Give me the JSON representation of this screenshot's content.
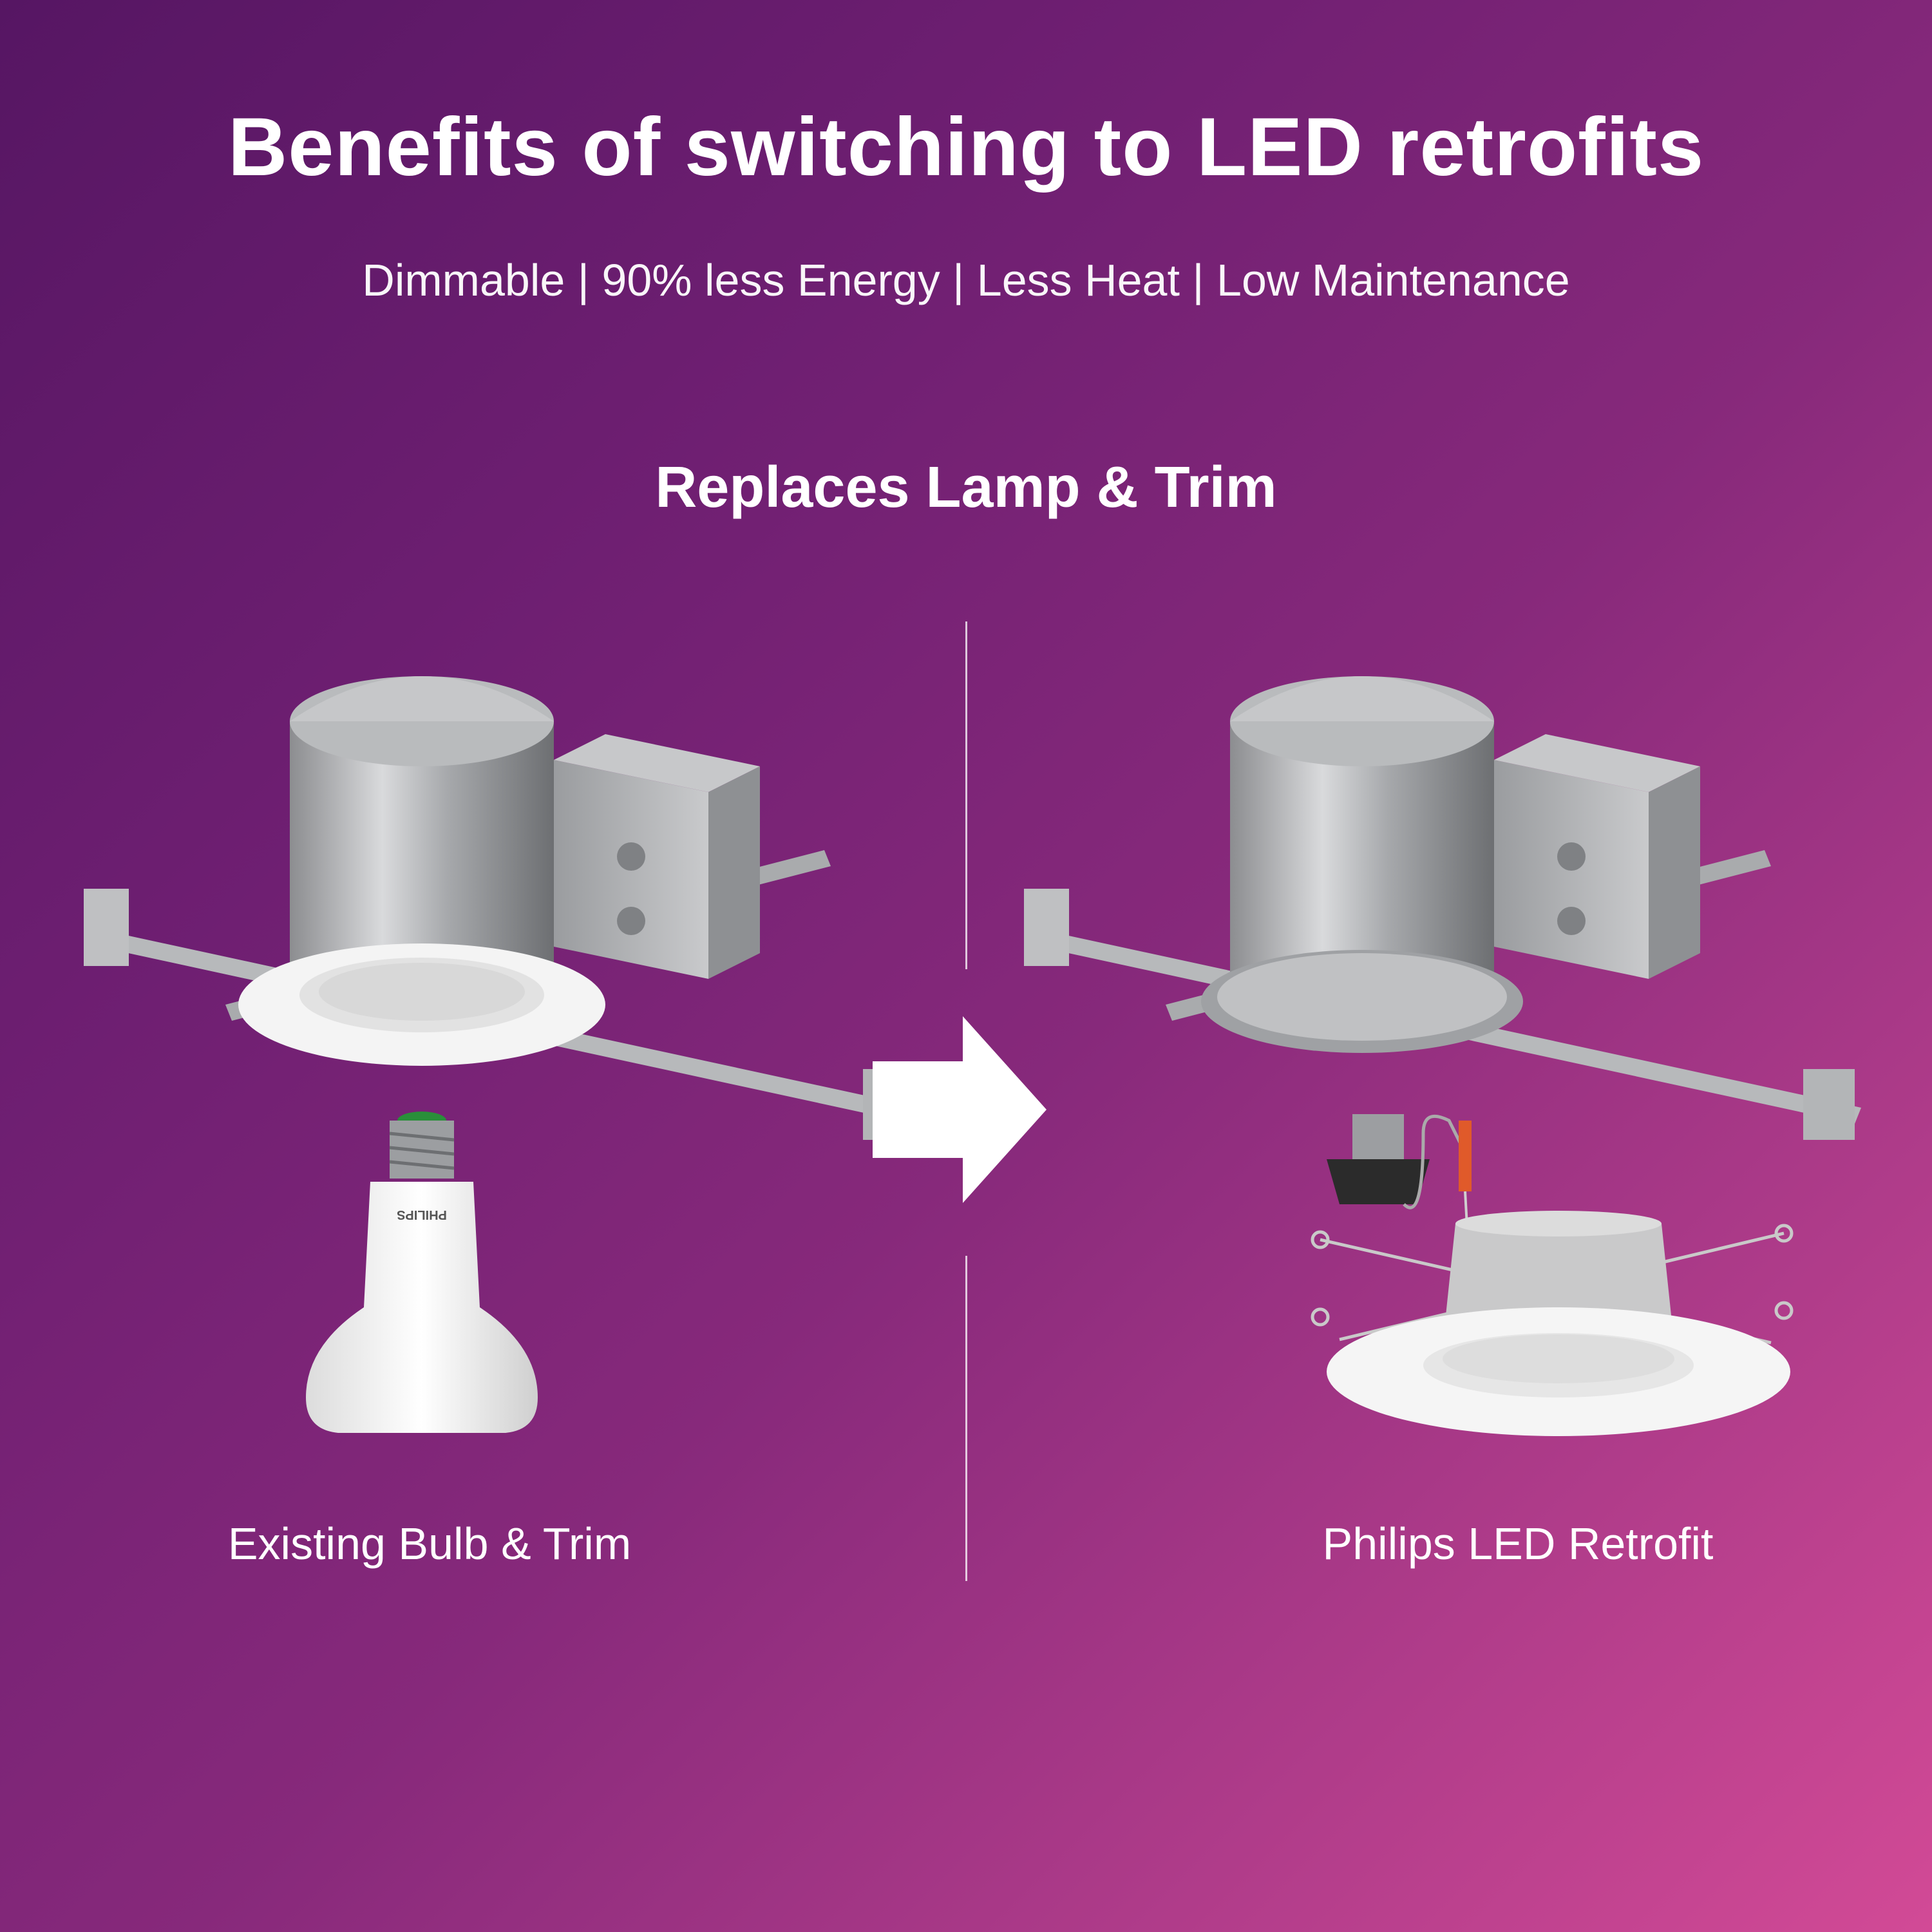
{
  "header": {
    "title": "Benefits of switching to LED retrofits",
    "benefits": "Dimmable | 90% less Energy | Less Heat | Low Maintenance"
  },
  "section": {
    "heading": "Replaces Lamp & Trim"
  },
  "comparison": {
    "left_caption": "Existing Bulb & Trim",
    "right_caption": "Philips LED Retrofit",
    "bulb_brand_mark": "PHILIPS"
  },
  "colors": {
    "gradient_start": "#561663",
    "gradient_end": "#d24a96",
    "text": "#ffffff"
  }
}
